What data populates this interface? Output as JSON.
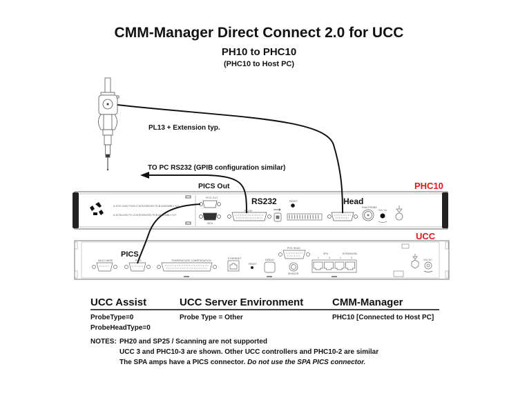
{
  "header": {
    "title": "CMM-Manager Direct Connect 2.0 for UCC",
    "subtitle": "PH10 to PHC10",
    "subsubtitle": "(PHC10 to Host PC)"
  },
  "probe": {
    "cable_label": "PL13 + Extension typ."
  },
  "arrow": {
    "label": "TO PC RS232  (GPIB configuration similar)"
  },
  "phc10": {
    "name": "PHC10",
    "name_color": "#e8141b",
    "connector_labels": {
      "pics_out": "PICS Out",
      "rs232": "RS232",
      "head": "Head"
    },
    "panel_text": {
      "kit_line_1": "A-5707-0200 PI200-3 INTEGRATED PCB ASSEMBLY KIT",
      "kit_line_2": "A-5728-0200 PI7-3 INTEGRATED PCB ASSEMBLY KIT",
      "pics_out_small": "PICS OUT",
      "mcu_small": "MCU",
      "rs232_small": "RS232",
      "reset_small": "RESET",
      "probe_head_small": "RAM PROBE",
      "dc_small": "24V 1A"
    }
  },
  "ucc": {
    "name": "UCC",
    "name_color": "#e8141b",
    "connector_labels": {
      "pics": "PICS"
    },
    "panel_text": {
      "multi_wire": "MULTI-WIRE",
      "pics_small": "PICS",
      "temp_comp": "TEMPERATURE COMPENSATION",
      "ethernet": "ETHERNET",
      "reset": "RESET",
      "debug": "DEBUG",
      "phs_head": "PHS HEAD",
      "sensor": "SENSOR",
      "spa": "SPA",
      "expansion": "EXPANSION",
      "port_1": "1",
      "port_2": "2",
      "port_3": "1",
      "port_4": "2",
      "dc": "24V DC"
    }
  },
  "settings": {
    "columns": [
      {
        "heading": "UCC Assist",
        "values": [
          "ProbeType=0",
          "ProbeHeadType=0"
        ]
      },
      {
        "heading": "UCC Server Environment",
        "values": [
          "Probe Type = Other"
        ]
      },
      {
        "heading": "CMM-Manager",
        "values": [
          "PHC10 [Connected to Host PC]"
        ]
      }
    ]
  },
  "notes": {
    "label": "NOTES:",
    "lines": [
      "PH20 and SP25 / Scanning are not supported",
      "UCC 3 and PHC10-3 are shown.  Other UCC controllers and PHC10-2 are similar"
    ],
    "line3_plain": "The SPA amps have a PICS connector.  ",
    "line3_italic": "Do not use the SPA PICS connector."
  }
}
